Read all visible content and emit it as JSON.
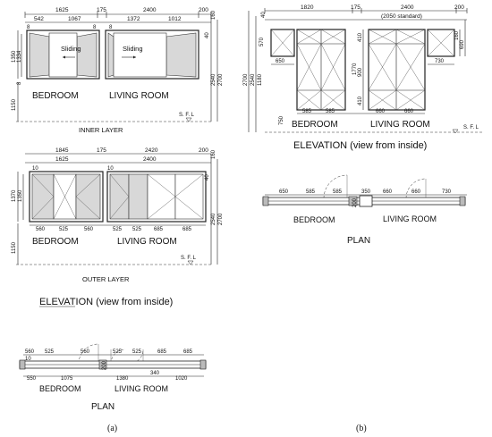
{
  "panel_a": {
    "inner": {
      "top_dims": [
        "1625",
        "175",
        "2400",
        "200"
      ],
      "sub_dims": [
        "542",
        "1067",
        "1372",
        "1012"
      ],
      "small_8": "8",
      "side_dims": [
        "1350",
        "1334"
      ],
      "right_dims": [
        "40",
        "160",
        "2540",
        "2700"
      ],
      "left_bottom": [
        "8",
        "1150"
      ],
      "sliding_1": "Sliding",
      "sliding_2": "Sliding",
      "bedroom": "BEDROOM",
      "living": "LIVING ROOM",
      "sfl": "S. F. L",
      "layer": "INNER LAYER"
    },
    "outer": {
      "top_dims": [
        "1845",
        "175",
        "2420",
        "200"
      ],
      "sub_dims": [
        "1625",
        "2400"
      ],
      "d10": "10",
      "left_dims": [
        "1370",
        "1350"
      ],
      "right_dims": [
        "160",
        "40",
        "2540",
        "2700"
      ],
      "bottom_dims": [
        "560",
        "525",
        "560",
        "525",
        "525",
        "685",
        "685"
      ],
      "left_bottom": "1150",
      "bedroom": "BEDROOM",
      "living": "LIVING ROOM",
      "sfl": "S. F. L",
      "layer": "OUTER LAYER"
    },
    "elevation_title": "ELEVATION (view from inside)",
    "plan": {
      "top_dims": [
        "560",
        "525",
        "560",
        "525",
        "525",
        "685",
        "685"
      ],
      "ten": "10",
      "bottom_dims": [
        "550",
        "1075",
        "1380",
        "340",
        "1020"
      ],
      "mid_200": "200",
      "bedroom": "BEDROOM",
      "living": "LIVING ROOM",
      "title": "PLAN"
    },
    "caption": "(a)"
  },
  "panel_b": {
    "top_dims": [
      "1820",
      "175",
      "2400",
      "200"
    ],
    "standard": "(2050 standard)",
    "left_dims": [
      "40",
      "570",
      "2700",
      "2540",
      "1180",
      "650",
      "750"
    ],
    "mid_dims": [
      "410",
      "1770",
      "900",
      "410"
    ],
    "right_dims": [
      "160",
      "690",
      "730"
    ],
    "bottom_dims": [
      "585",
      "585",
      "660",
      "660"
    ],
    "bedroom": "BEDROOM",
    "living": "LIVING ROOM",
    "sfl": "S. F. L",
    "elevation_title": "ELEVATION (view from inside)",
    "plan": {
      "dims": [
        "650",
        "585",
        "585",
        "350",
        "660",
        "660",
        "730"
      ],
      "mid_200": "200",
      "bedroom": "BEDROOM",
      "living": "LIVING ROOM",
      "title": "PLAN"
    },
    "caption": "(b)"
  }
}
